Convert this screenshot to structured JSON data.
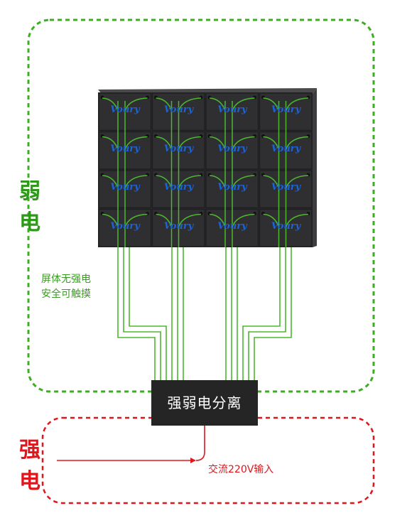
{
  "zones": {
    "weak": {
      "line1": "弱",
      "line2": "电",
      "color": "#2e9a1a"
    },
    "strong": {
      "line1": "强",
      "line2": "电",
      "color": "#e0161d"
    }
  },
  "note": {
    "line1": "屏体无强电",
    "line2": "安全可触摸"
  },
  "separator_box": {
    "label": "强弱电分离"
  },
  "power_input": {
    "label": "交流220V输入"
  },
  "screen": {
    "rows": 4,
    "cols": 4,
    "brand": "Voury"
  },
  "colors": {
    "cable": "#4cb82e",
    "weak_border": "#3cae22",
    "strong_border": "#e0161d",
    "panel": "#2b2b2d",
    "box": "#252525"
  }
}
